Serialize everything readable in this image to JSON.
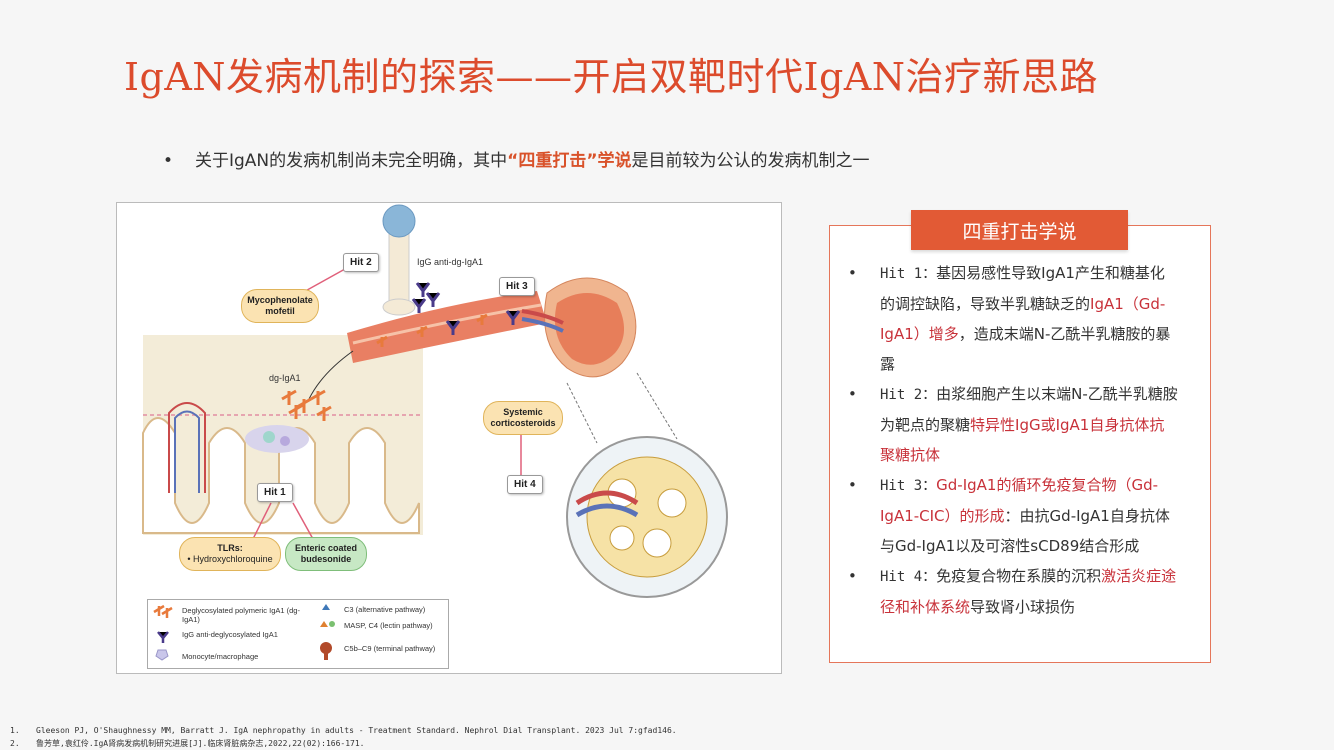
{
  "title": "IgAN发病机制的探索——开启双靶时代IgAN治疗新思路",
  "intro": {
    "bullet": "•",
    "text_before": "关于IgAN的发病机制尚未完全明确，其中",
    "highlight": "“四重打击”学说",
    "text_after": "是目前较为公认的发病机制之一"
  },
  "figure": {
    "hit_labels": [
      "Hit 1",
      "Hit 2",
      "Hit 3",
      "Hit 4"
    ],
    "mycophenolate": "Mycophenolate mofetil",
    "igg_label": "IgG anti-dg-IgA1",
    "dg_label": "dg-IgA1",
    "steroids": "Systemic corticosteroids",
    "tlrs_title": "TLRs:",
    "tlrs_item": "• Hydroxychloroquine",
    "enteric": "Enteric coated budesonide",
    "legend": [
      {
        "icon": "dg-iga1-icon",
        "label": "Deglycosylated polymeric IgA1 (dg-IgA1)"
      },
      {
        "icon": "igg-antibody-icon",
        "label": "IgG anti-deglycosylated IgA1"
      },
      {
        "icon": "monocyte-icon",
        "label": "Monocyte/macrophage"
      },
      {
        "icon": "c3-icon",
        "label": "C3 (alternative pathway)"
      },
      {
        "icon": "masp-icon",
        "label": "MASP, C4 (lectin pathway)"
      },
      {
        "icon": "c5b-c9-icon",
        "label": "C5b–C9 (terminal pathway)"
      }
    ]
  },
  "panel": {
    "heading": "四重打击学说",
    "hits": [
      {
        "prefix": "Hit 1：",
        "text": "基因易感性导致IgA1产生和糖基化的调控缺陷，导致半乳糖缺乏的",
        "red": "IgA1（Gd-IgA1）增多",
        "suffix": "，造成末端N-乙酰半乳糖胺的暴露"
      },
      {
        "prefix": "Hit 2：",
        "text": "由浆细胞产生以末端N-乙酰半乳糖胺为靶点的聚糖",
        "red": "特异性IgG或IgA1自身抗体抗聚糖抗体",
        "suffix": ""
      },
      {
        "prefix": "Hit 3：",
        "text": "",
        "red": "Gd-IgA1的循环免疫复合物（Gd-IgA1-CIC）的形成",
        "suffix": "：由抗Gd-IgA1自身抗体与Gd-IgA1以及可溶性sCD89结合形成"
      },
      {
        "prefix": "Hit 4：",
        "text": "免疫复合物在系膜的沉积",
        "red": "激活炎症途径和补体系统",
        "suffix": "导致肾小球损伤"
      }
    ]
  },
  "references": [
    {
      "num": "1.",
      "text": "Gleeson PJ, O'Shaughnessy MM, Barratt J. IgA nephropathy in adults - Treatment Standard. Nephrol Dial Transplant. 2023 Jul 7:gfad146."
    },
    {
      "num": "2.",
      "text": "鲁芳草,袁红伶.IgA肾病发病机制研究进展[J].临床肾脏病杂志,2022,22(02):166-171."
    }
  ],
  "colors": {
    "accent": "#dc4b2c",
    "red_text": "#c8323a",
    "panel_border": "#e5765a",
    "heading_bg": "#e25a35"
  }
}
